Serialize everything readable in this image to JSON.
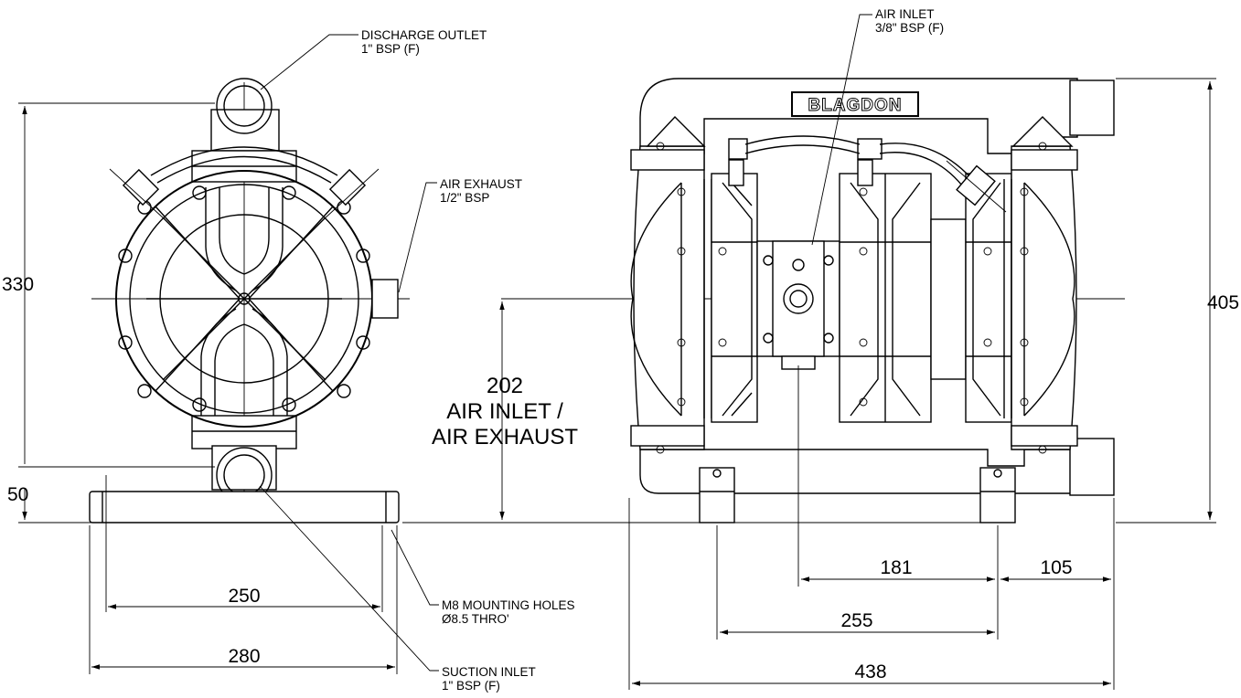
{
  "labels": {
    "discharge_outlet": "DISCHARGE OUTLET",
    "discharge_outlet_size": "1\" BSP (F)",
    "air_exhaust": "AIR EXHAUST",
    "air_exhaust_size": "1/2\" BSP",
    "air_inlet": "AIR INLET",
    "air_inlet_size": "3/8\" BSP (F)",
    "mounting_holes": "M8 MOUNTING HOLES",
    "mounting_holes_size": "Ø8.5 THRO'",
    "suction_inlet": "SUCTION INLET",
    "suction_inlet_size": "1\" BSP (F)",
    "brand": "BLAGDON",
    "center_height": "202",
    "center_label_1": "AIR INLET /",
    "center_label_2": "AIR EXHAUST"
  },
  "dimensions": {
    "height_front": "330",
    "base_height": "50",
    "hole_spacing_front": "250",
    "base_width_front": "280",
    "height_side": "405",
    "inlet_to_port": "181",
    "port_offset": "105",
    "hole_spacing_side": "255",
    "overall_width": "438"
  },
  "colors": {
    "line": "#000000",
    "background": "#ffffff"
  }
}
